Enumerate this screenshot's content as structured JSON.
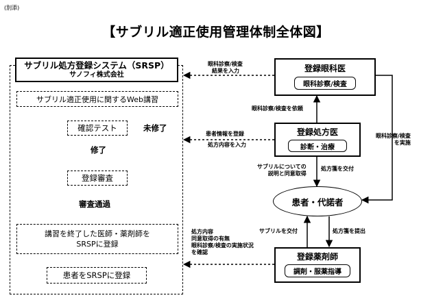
{
  "note": "(別添)",
  "title": "【サブリル適正使用管理体制全体図】",
  "srsp": {
    "title": "サブリル処方登録システム（SRSP）",
    "company": "サノフィ株式会社",
    "steps": {
      "web_course": "サブリル適正使用に関するWeb講習",
      "test": "確認テスト",
      "incomplete": "未修了",
      "complete": "修了",
      "review": "登録審査",
      "review_pass": "審査通過",
      "register_line1": "講習を終了した医師・薬剤師を",
      "register_line2": "SRSPに登録",
      "patient_register": "患者をSRSPに登録"
    }
  },
  "nodes": {
    "ophthalmologist": {
      "title": "登録眼科医",
      "sub": "眼科診察/検査"
    },
    "prescriber": {
      "title": "登録処方医",
      "sub": "診断・治療"
    },
    "patient": "患者・代諾者",
    "pharmacist": {
      "title": "登録薬剤師",
      "sub": "調剤・服薬指導"
    }
  },
  "labels": {
    "eye_result_1": "眼科診察/検査",
    "eye_result_2": "結果を入力",
    "eye_request": "眼科診察/検査を依頼",
    "patient_info_1": "患者情報を登録",
    "patient_info_2": "処方内容を入力",
    "explain_1": "サブリルについての",
    "explain_2": "説明と同意取得",
    "rx_issue_doctor": "処方箋を交付",
    "eye_perform_1": "眼科診察/検査",
    "eye_perform_2": "を実施",
    "dispense": "サブリルを交付",
    "rx_submit": "処方箋を提出",
    "confirm_1": "処方内容",
    "confirm_2": "同意取得の有無",
    "confirm_3": "眼科診察/検査の実施状況",
    "confirm_4": "を確認"
  }
}
